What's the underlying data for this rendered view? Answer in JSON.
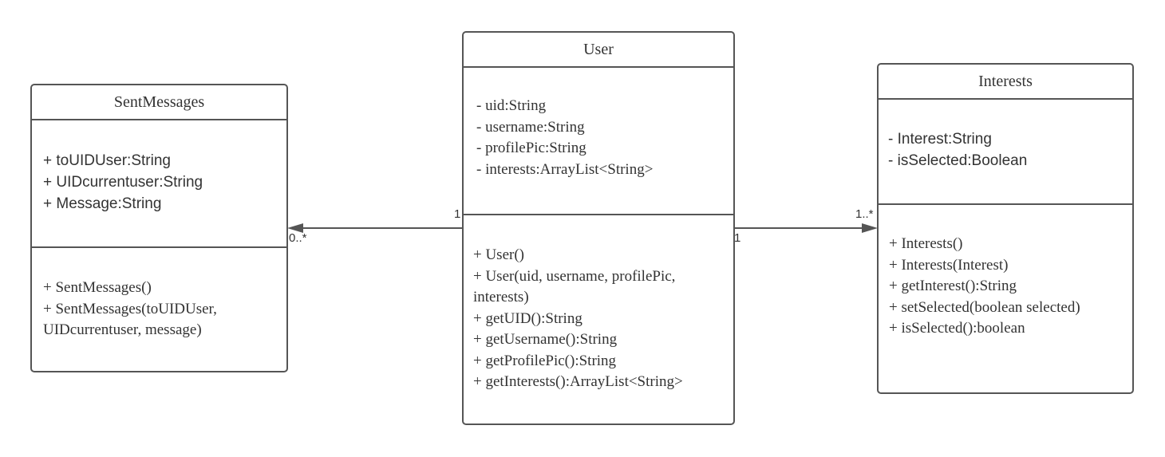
{
  "classes": {
    "sent_messages": {
      "name": "SentMessages",
      "attributes": [
        "+ toUIDUser:String",
        "+ UIDcurrentuser:String",
        "+ Message:String"
      ],
      "methods": [
        "+ SentMessages()",
        "+ SentMessages(toUIDUser,",
        "UIDcurrentuser, message)"
      ]
    },
    "user": {
      "name": "User",
      "attributes": [
        "- uid:String",
        "- username:String",
        "- profilePic:String",
        "- interests:ArrayList<String>"
      ],
      "methods": [
        "+ User()",
        "+ User(uid, username, profilePic,",
        "interests)",
        "+ getUID():String",
        "+ getUsername():String",
        "+ getProfilePic():String",
        "+ getInterests():ArrayList<String>"
      ]
    },
    "interests": {
      "name": "Interests",
      "attributes": [
        "- Interest:String",
        "- isSelected:Boolean"
      ],
      "methods": [
        "+ Interests()",
        "+ Interests(Interest)",
        "+ getInterest():String",
        "+ setSelected(boolean selected)",
        "+ isSelected():boolean"
      ]
    }
  },
  "associations": {
    "user_to_sent_messages": {
      "source_multiplicity": "1",
      "target_multiplicity": "0..*"
    },
    "user_to_interests": {
      "source_multiplicity": "1",
      "target_multiplicity": "1..*"
    }
  },
  "colors": {
    "stroke": "#555555",
    "text": "#333333"
  }
}
